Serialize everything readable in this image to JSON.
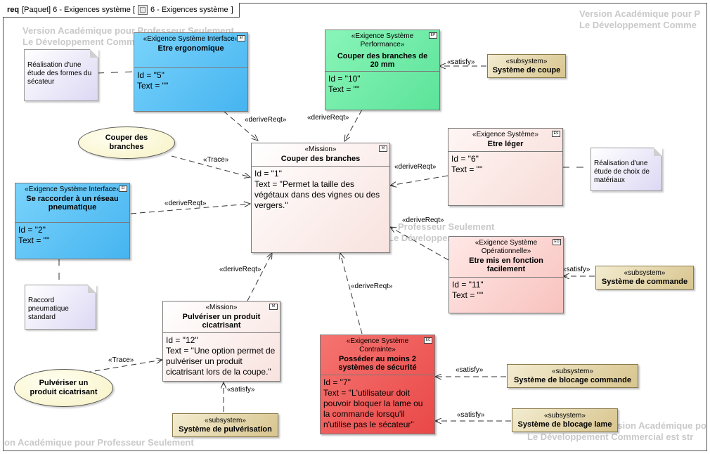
{
  "frame": {
    "kind": "req",
    "path": "[Paquet] 6 - Exigences système [",
    "diagram_name": "6 - Exigences système",
    "close": "]"
  },
  "watermarks": [
    "Version Académique pour P",
    "Le Développement Comme",
    "Version Académique pour Professeur Seulement",
    "Le Développement Commercial est Interdit",
    "Professeur Seulement",
    "Le Développement Commercial est strictement interdit",
    "on Académique pour Professeur Seulement",
    "Version Académique pour Professeur",
    "Le Développement Commercial est str"
  ],
  "requirements": {
    "ergonomique": {
      "stereotype": "«Exigence Système Interface»",
      "name": "Etre ergonomique",
      "id": "Id = \"5\"",
      "text": "Text = \"\"",
      "badge": "EI"
    },
    "performance": {
      "stereotype": "«Exigence Système Performance»",
      "name": "Couper des branches de 20 mm",
      "id": "Id = \"10\"",
      "text": "Text = \"\"",
      "badge": "EP"
    },
    "mission_main": {
      "stereotype": "«Mission»",
      "name": "Couper des branches",
      "id": "Id = \"1\"",
      "text": "Text = \"Permet la taille des végétaux dans des vignes ou des vergers.\"",
      "badge": "M"
    },
    "leger": {
      "stereotype": "«Exigence Système»",
      "name": "Etre léger",
      "id": "Id = \"6\"",
      "text": "Text = \"\"",
      "badge": "ES"
    },
    "pneumatique": {
      "stereotype": "«Exigence Système Interface»",
      "name": "Se raccorder à un réseau pneumatique",
      "id": "Id = \"2\"",
      "text": "Text = \"\"",
      "badge": "EI"
    },
    "fonction": {
      "stereotype": "«Exigence Système Opérationnelle»",
      "name": "Etre mis en fonction facilement",
      "id": "Id = \"11\"",
      "text": "Text = \"\"",
      "badge": "EO"
    },
    "mission_pulv": {
      "stereotype": "«Mission»",
      "name": "Pulvériser un produit cicatrisant",
      "id": "Id = \"12\"",
      "text": "Text = \"Une option permet de pulvériser un produit cicatrisant lors de la coupe.\"",
      "badge": "M"
    },
    "securite": {
      "stereotype": "«Exigence Système Contrainte»",
      "name": "Posséder au moins 2 systèmes de sécurité",
      "id": "Id = \"7\"",
      "text": "Text = \"L'utilisateur doit pouvoir bloquer la lame ou la commande lorsqu'il n'utilise pas le sécateur\"",
      "badge": "EC"
    }
  },
  "subsystems": {
    "coupe": {
      "stereotype": "«subsystem»",
      "name": "Système de coupe"
    },
    "commande": {
      "stereotype": "«subsystem»",
      "name": "Système de commande"
    },
    "blocage_commande": {
      "stereotype": "«subsystem»",
      "name": "Système de blocage commande"
    },
    "blocage_lame": {
      "stereotype": "«subsystem»",
      "name": "Système de blocage lame"
    },
    "pulverisation": {
      "stereotype": "«subsystem»",
      "name": "Système de pulvérisation"
    }
  },
  "notes": {
    "formes": "Réalisation d'une étude des formes du sécateur",
    "materiaux": "Réalisation d'une étude de choix de matériaux",
    "raccord": "Raccord pneumatique standard"
  },
  "usecases": {
    "couper": "Couper des branches",
    "pulveriser": "Pulvériser un produit cicatrisant"
  },
  "link_labels": {
    "derive": "«deriveReqt»",
    "satisfy": "«satisfy»",
    "trace": "«Trace»"
  }
}
